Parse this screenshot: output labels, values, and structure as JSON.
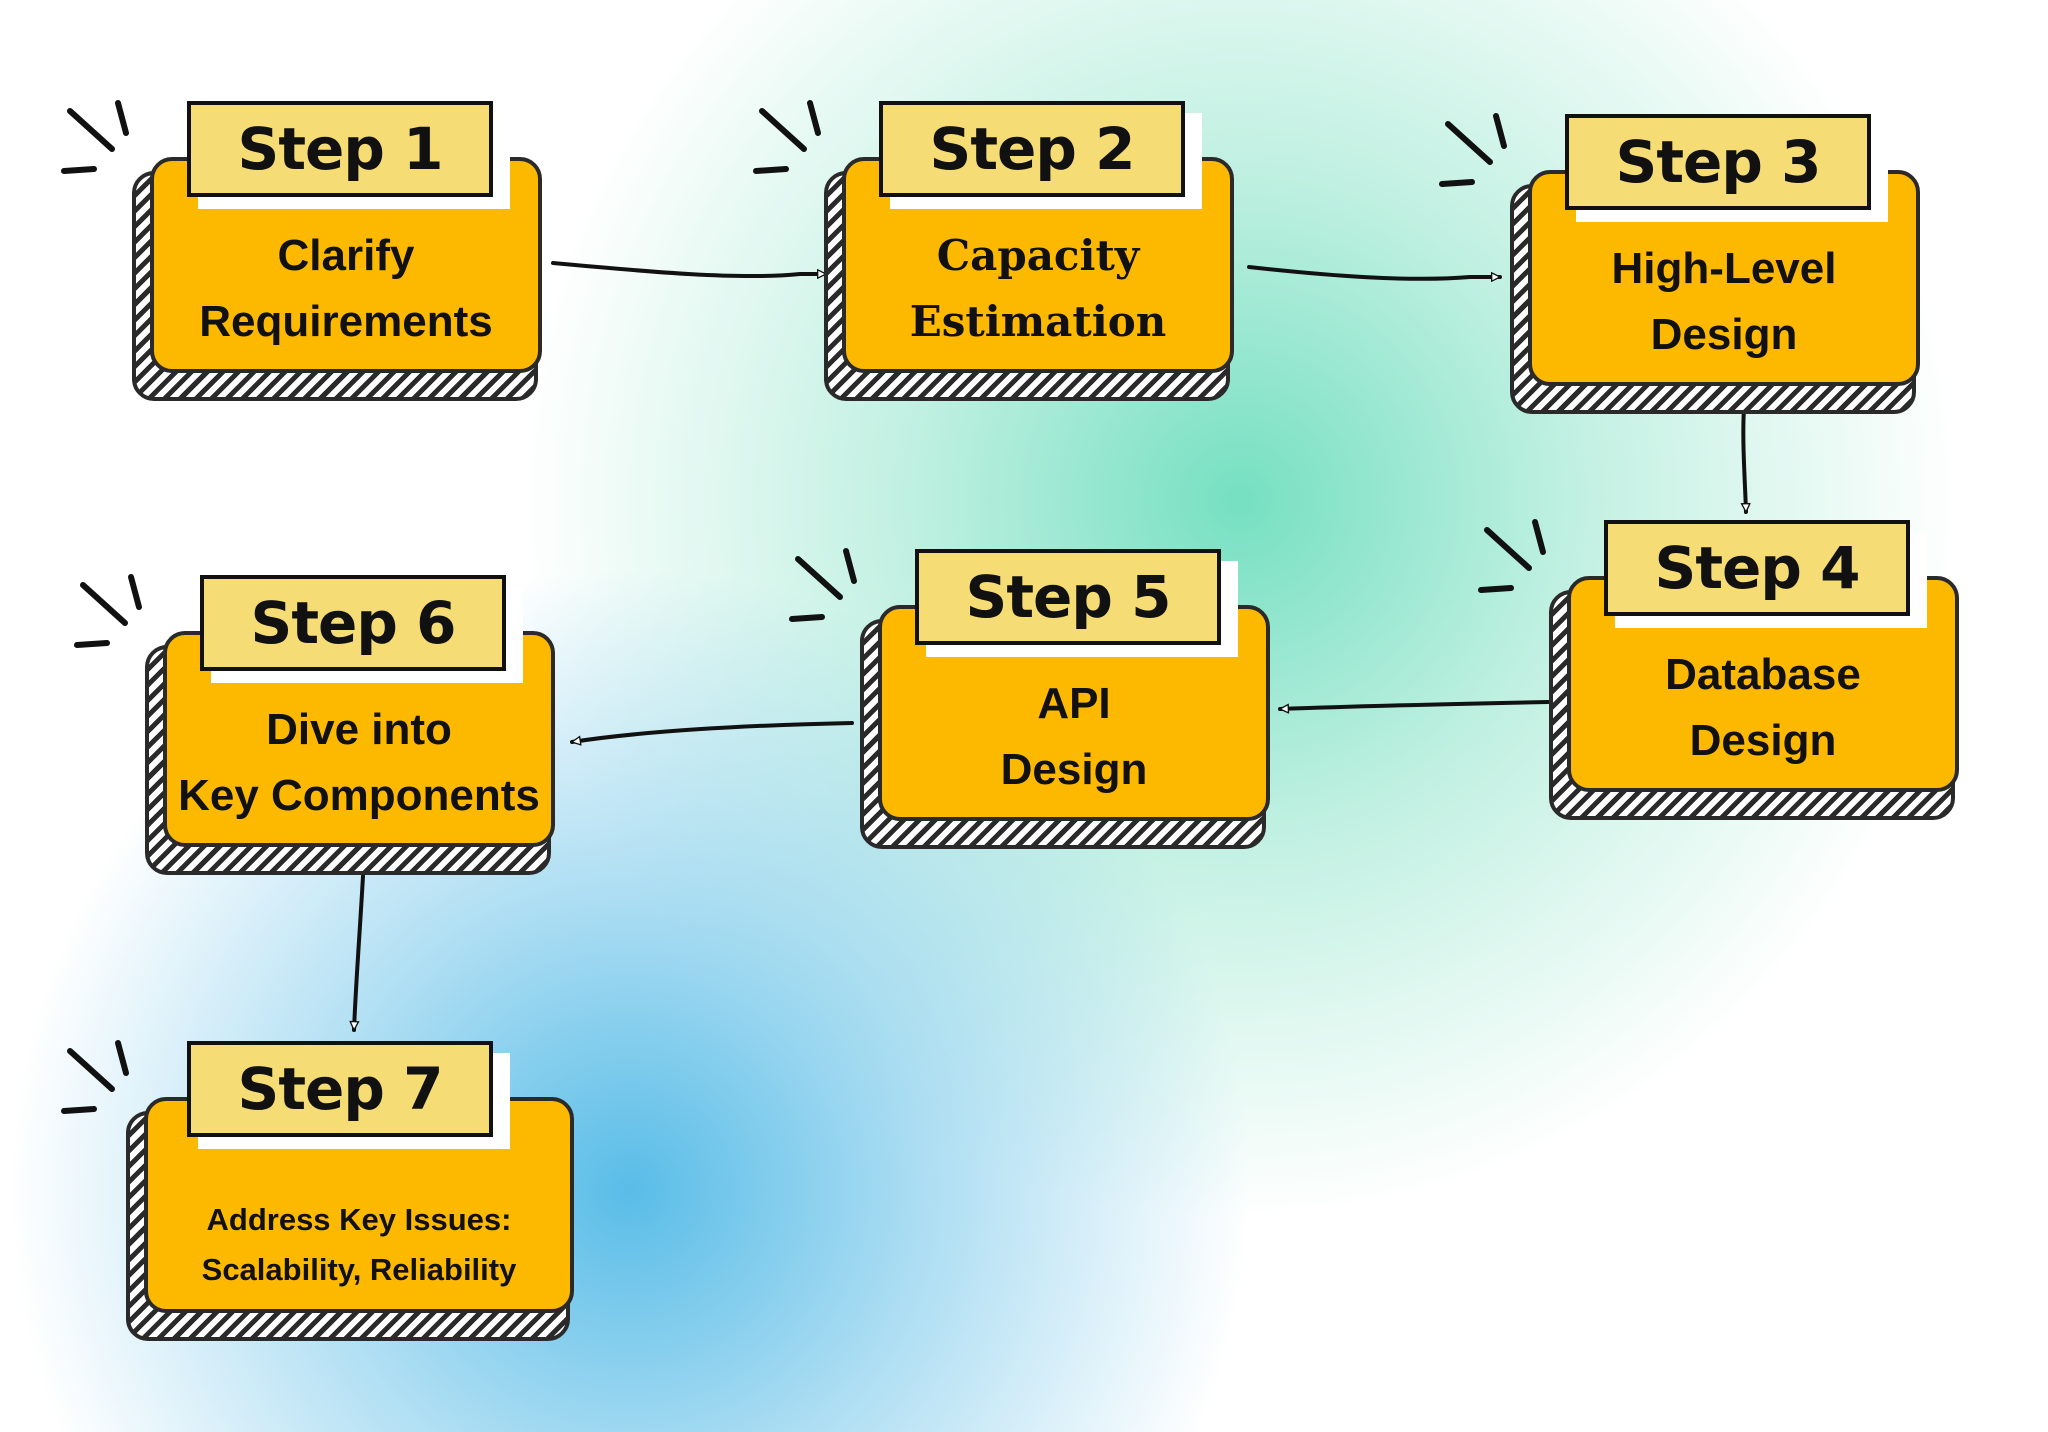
{
  "steps": [
    {
      "label": "Step 1",
      "lines": [
        "Clarify",
        "Requirements"
      ]
    },
    {
      "label": "Step 2",
      "lines": [
        "Capacity",
        "Estimation"
      ]
    },
    {
      "label": "Step 3",
      "lines": [
        "High-Level",
        "Design"
      ]
    },
    {
      "label": "Step 4",
      "lines": [
        "Database",
        "Design"
      ]
    },
    {
      "label": "Step 5",
      "lines": [
        "API",
        "Design"
      ]
    },
    {
      "label": "Step 6",
      "lines": [
        "Dive  into",
        "Key Components"
      ]
    },
    {
      "label": "Step 7",
      "lines": [
        "Address Key Issues:",
        "Scalability, Reliability"
      ]
    }
  ],
  "colors": {
    "box": "#FDB900",
    "label": "#F6DC75",
    "outline": "#111111",
    "teal_glow": "#6EDEBE",
    "blue_glow": "#50B9E6"
  },
  "connections": [
    [
      "Step 1",
      "Step 2"
    ],
    [
      "Step 2",
      "Step 3"
    ],
    [
      "Step 3",
      "Step 4"
    ],
    [
      "Step 4",
      "Step 5"
    ],
    [
      "Step 5",
      "Step 6"
    ],
    [
      "Step 6",
      "Step 7"
    ]
  ]
}
